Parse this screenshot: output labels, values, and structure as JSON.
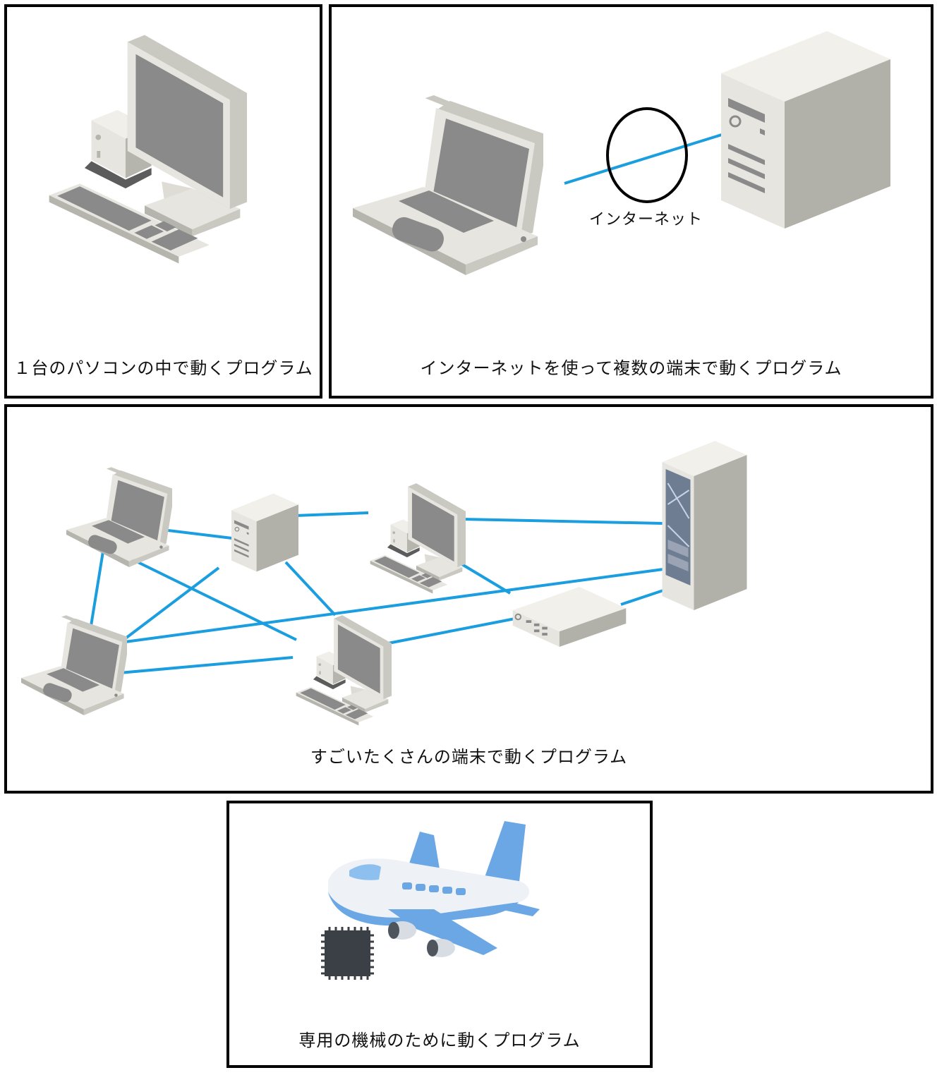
{
  "panels": {
    "single_pc": {
      "caption": "１台のパソコンの中で動くプログラム"
    },
    "internet": {
      "caption": "インターネットを使って複数の端末で動くプログラム",
      "network_label": "インターネット"
    },
    "many": {
      "caption": "すごいたくさんの端末で動くプログラム"
    },
    "embedded": {
      "caption": "専用の機械のために動くプログラム"
    }
  },
  "colors": {
    "link": "#1a9ee0",
    "device_body": "#e6e5df",
    "device_shade": "#a9a8a1",
    "screen": "#8a8a8a",
    "chip": "#3b3f46",
    "plane_body": "#eef2f7",
    "plane_blue": "#6aa7e4"
  }
}
